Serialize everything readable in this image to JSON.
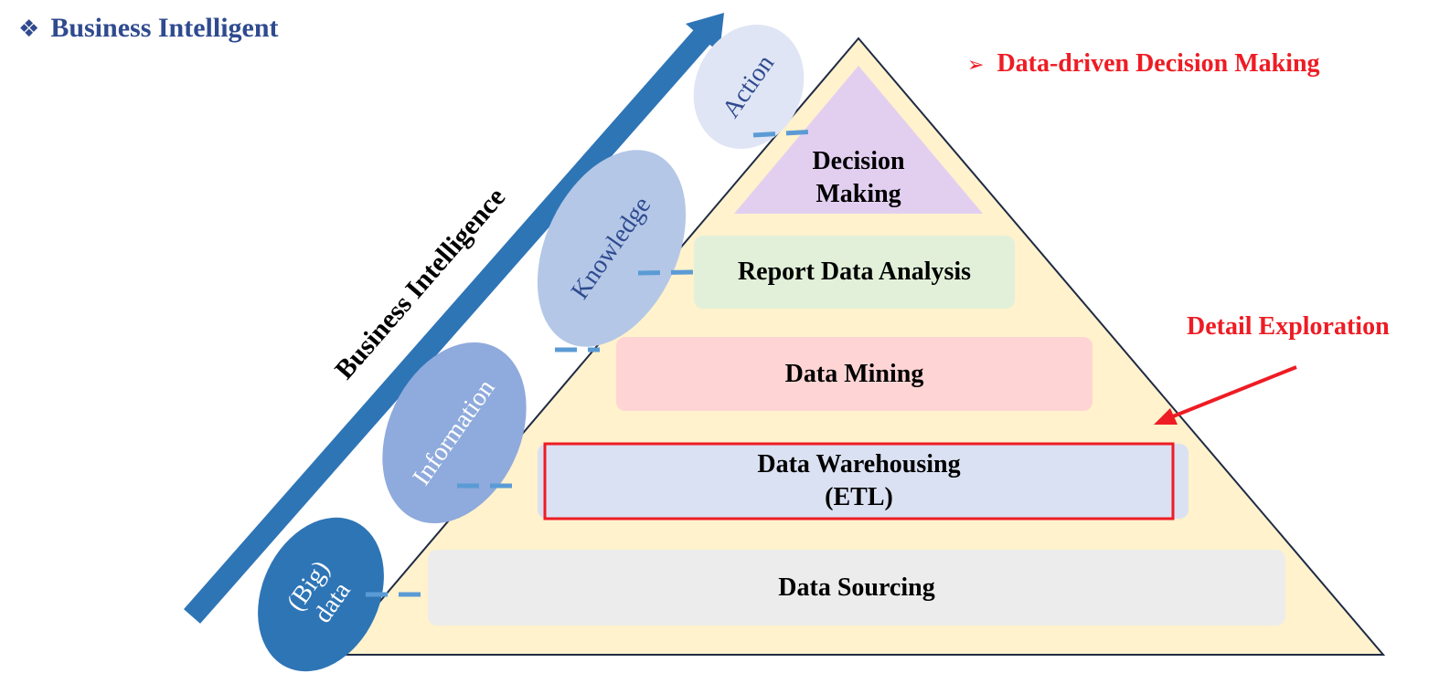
{
  "header": {
    "title": "Business Intelligent",
    "title_bullet": "❖",
    "subtitle": "Data-driven Decision Making",
    "subtitle_marker": "➢",
    "annotation": "Detail Exploration"
  },
  "axis_label": "Business Intelligence",
  "pyramid_layers": [
    {
      "id": "decision",
      "label": "Decision\nMaking",
      "color": "#e2cff0"
    },
    {
      "id": "report",
      "label": "Report Data Analysis",
      "color": "#e2f0d9"
    },
    {
      "id": "mining",
      "label": "Data Mining",
      "color": "#ffd4d4"
    },
    {
      "id": "warehousing",
      "label": "Data Warehousing\n(ETL)",
      "color": "#dae1f2",
      "highlighted": true
    },
    {
      "id": "sourcing",
      "label": "Data Sourcing",
      "color": "#ececec"
    }
  ],
  "stages": [
    {
      "id": "action",
      "label": "Action",
      "fill": "#dfe5f4",
      "text_color": "#2f4a8f"
    },
    {
      "id": "knowledge",
      "label": "Knowledge",
      "fill": "#b4c7e7",
      "text_color": "#2f4a8f"
    },
    {
      "id": "information",
      "label": "Information",
      "fill": "#8faadc",
      "text_color": "#ffffff"
    },
    {
      "id": "bigdata",
      "label": "(Big)\ndata",
      "fill": "#2e75b6",
      "text_color": "#ffffff"
    }
  ],
  "colors": {
    "pyramid_fill": "#fff2cc",
    "pyramid_stroke": "#1f2a44",
    "arrow": "#2e75b6",
    "connector": "#5b9bd5",
    "highlight": "#ee1c24",
    "title": "#2f4a8f",
    "accent_red": "#ee1c24"
  },
  "icons": {
    "title_bullet": "diamond-bullet-icon",
    "subtitle_marker": "arrowhead-bullet-icon",
    "trend_arrow": "diagonal-arrow-icon",
    "pointer_arrow": "red-pointer-arrow-icon"
  }
}
